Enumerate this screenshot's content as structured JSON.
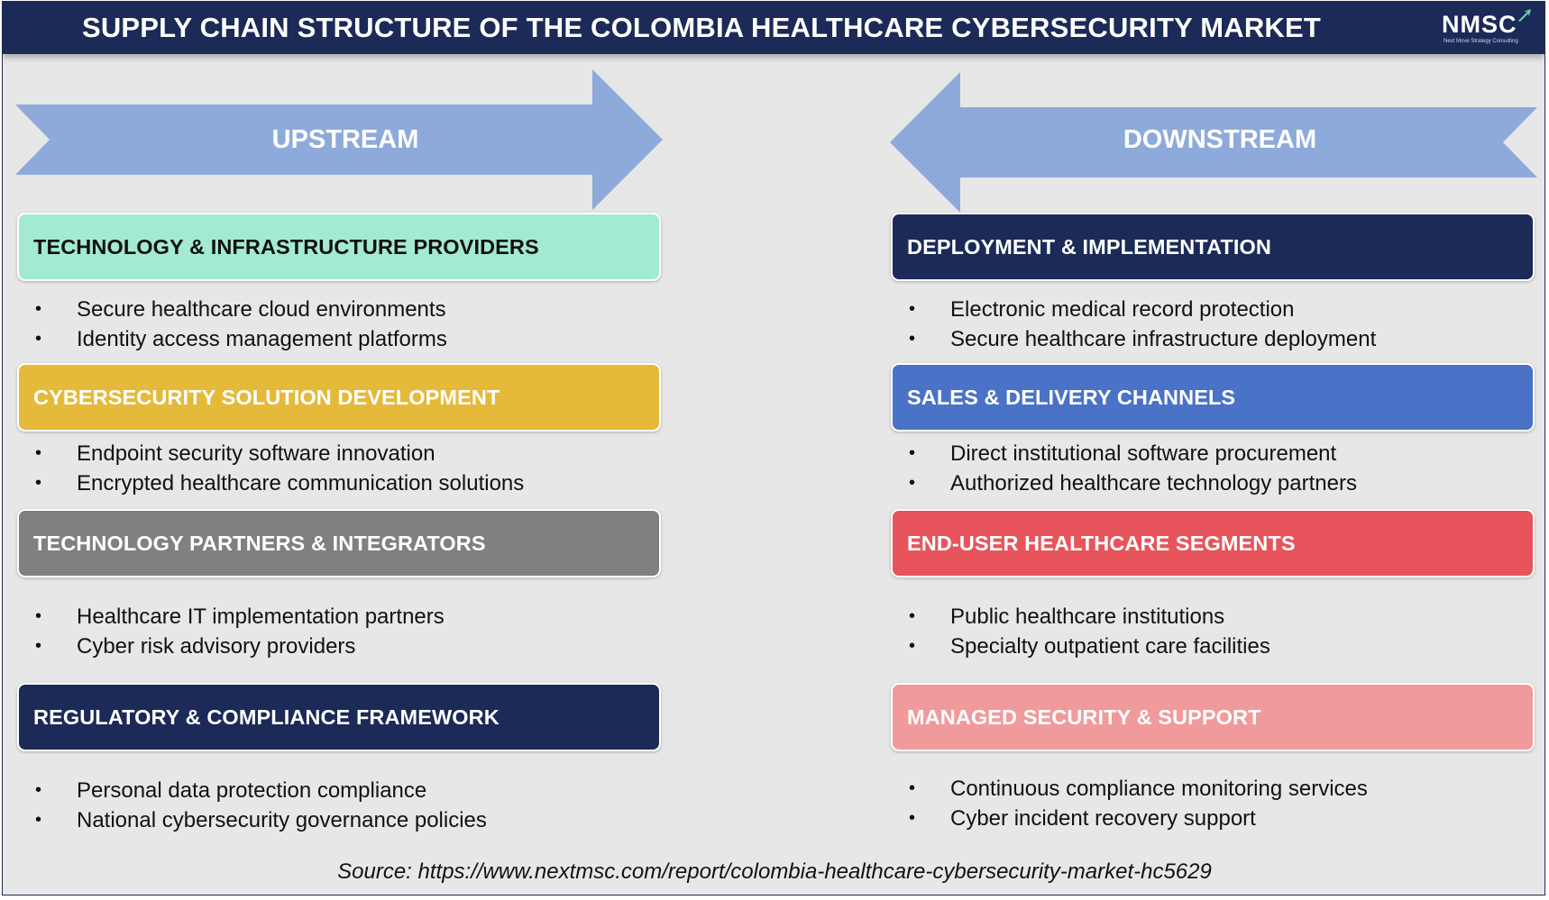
{
  "header": {
    "title": "SUPPLY CHAIN STRUCTURE OF THE COLOMBIA HEALTHCARE CYBERSECURITY MARKET",
    "logo_text": "NMSC",
    "logo_subtext": "Next Move Strategy Consulting"
  },
  "arrows": {
    "upstream": "UPSTREAM",
    "downstream": "DOWNSTREAM",
    "color": "#8eaadb"
  },
  "upstream": [
    {
      "title": "TECHNOLOGY & INFRASTRUCTURE PROVIDERS",
      "bg": "#a3ead2",
      "fg": "#111111",
      "items": [
        "Secure healthcare cloud environments",
        "Identity access management platforms"
      ]
    },
    {
      "title": "CYBERSECURITY SOLUTION DEVELOPMENT",
      "bg": "#e5b93a",
      "fg": "#ffffff",
      "items": [
        "Endpoint security software innovation",
        "Encrypted healthcare communication solutions"
      ]
    },
    {
      "title": "TECHNOLOGY PARTNERS & INTEGRATORS",
      "bg": "#808080",
      "fg": "#ffffff",
      "items": [
        "Healthcare IT implementation partners",
        "Cyber risk advisory providers"
      ]
    },
    {
      "title": "REGULATORY & COMPLIANCE FRAMEWORK",
      "bg": "#1b2a57",
      "fg": "#ffffff",
      "items": [
        "Personal data protection compliance",
        "National cybersecurity governance policies"
      ]
    }
  ],
  "downstream": [
    {
      "title": "DEPLOYMENT & IMPLEMENTATION",
      "bg": "#1b2a57",
      "fg": "#ffffff",
      "items": [
        "Electronic medical record protection",
        "Secure healthcare infrastructure deployment"
      ]
    },
    {
      "title": "SALES & DELIVERY CHANNELS",
      "bg": "#4a72c6",
      "fg": "#ffffff",
      "items": [
        "Direct institutional software procurement",
        "Authorized healthcare technology partners"
      ]
    },
    {
      "title": "END-USER HEALTHCARE SEGMENTS",
      "bg": "#e8545b",
      "fg": "#ffffff",
      "items": [
        "Public healthcare institutions",
        "Specialty outpatient care facilities"
      ]
    },
    {
      "title": "MANAGED SECURITY & SUPPORT",
      "bg": "#f19a9c",
      "fg": "#ffffff",
      "items": [
        "Continuous compliance monitoring services",
        "Cyber incident recovery support"
      ]
    }
  ],
  "bullet_char": "•",
  "source": "Source: https://www.nextmsc.com/report/colombia-healthcare-cybersecurity-market-hc5629"
}
